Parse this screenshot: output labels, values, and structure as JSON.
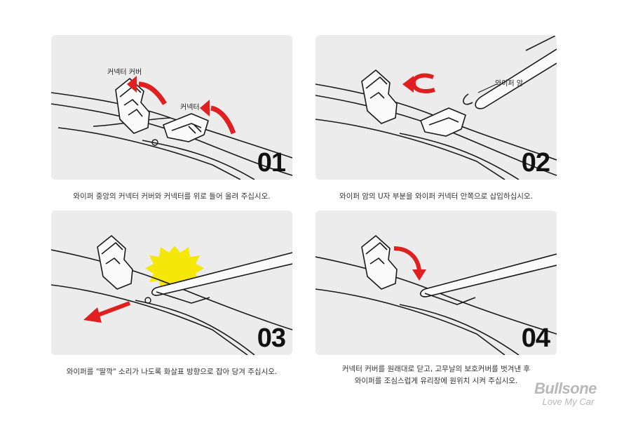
{
  "steps": [
    {
      "number": "01",
      "labels": [
        "커넥터 커버",
        "커넥터"
      ],
      "caption": [
        "와이퍼 중앙의 커넥터 커버와 커넥터를 위로 들어 올려 주십시오."
      ]
    },
    {
      "number": "02",
      "labels": [
        "와이퍼 암"
      ],
      "caption": [
        "와이퍼 암의 U자 부분을 와이퍼 커넥터 안쪽으로 삽입하십시오."
      ]
    },
    {
      "number": "03",
      "labels": [],
      "caption": [
        "와이퍼를 \"딸깍\" 소리가 나도록 화살표 방향으로 잡아 당겨 주십시오."
      ]
    },
    {
      "number": "04",
      "labels": [],
      "caption": [
        "커넥터 커버를 원래대로 닫고, 고무날의 보호커버를 벗겨낸 후",
        "와이퍼를 조심스럽게 유리창에 원위치 시켜 주십시오."
      ]
    }
  ],
  "logo": {
    "name": "Bullsone",
    "tagline": "Love My Car"
  },
  "colors": {
    "arrow": "#e02020",
    "panel": "#ececec",
    "click_burst": "#f6e70a",
    "logo": "#b8b8b8"
  }
}
